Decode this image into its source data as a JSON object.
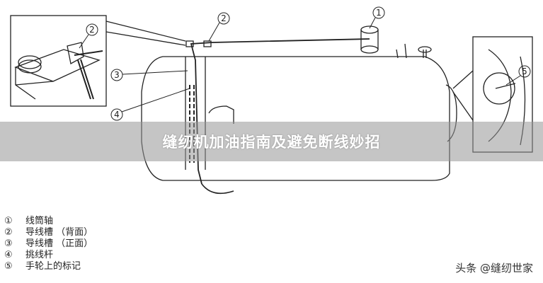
{
  "title": "缝纫机加油指南及避免断线妙招",
  "callouts": [
    "①",
    "②",
    "③",
    "④",
    "⑤"
  ],
  "legend": [
    {
      "num": "①",
      "label": "线筒轴"
    },
    {
      "num": "②",
      "label": "导线槽 （背面）"
    },
    {
      "num": "③",
      "label": "导线槽 （正面）"
    },
    {
      "num": "④",
      "label": "挑线杆"
    },
    {
      "num": "⑤",
      "label": "手轮上的标记"
    }
  ],
  "watermark": "头条 @缝纫世家"
}
